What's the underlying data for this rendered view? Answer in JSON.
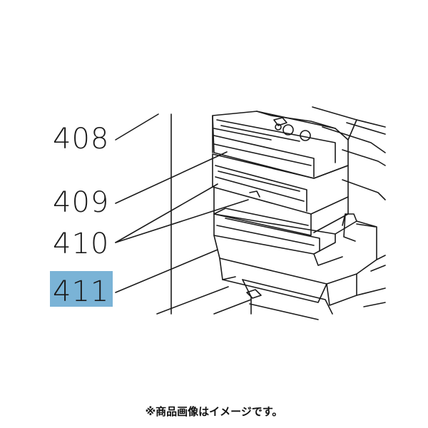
{
  "parts": [
    {
      "id": "part-408",
      "number": "408",
      "highlighted": false
    },
    {
      "id": "part-409",
      "number": "409",
      "highlighted": false
    },
    {
      "id": "part-410",
      "number": "410",
      "highlighted": false
    },
    {
      "id": "part-411",
      "number": "411",
      "highlighted": true
    }
  ],
  "highlight_color": "#7ab3d6",
  "line_color": "#1a1a1a",
  "caption": "※商品画像はイメージです。"
}
